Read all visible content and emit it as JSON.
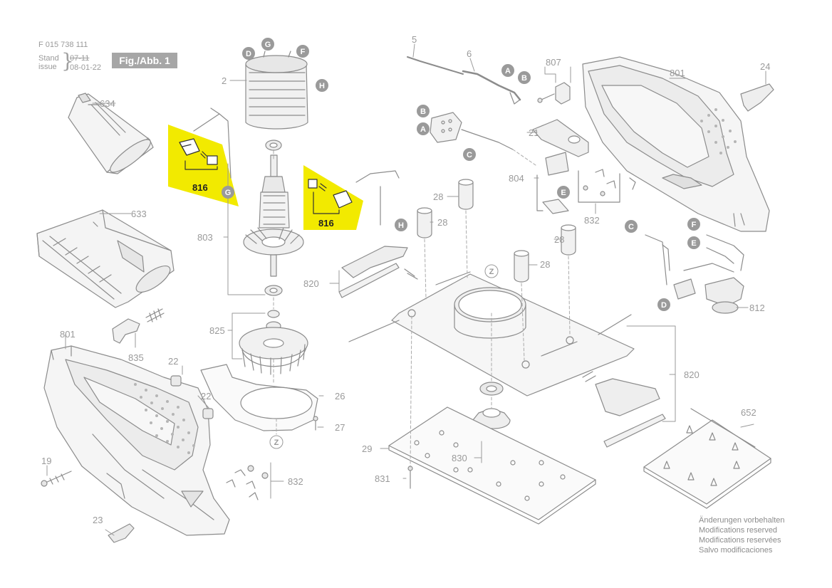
{
  "header": {
    "doc_number": "F 015 738 111",
    "stand_label": "Stand",
    "issue_label": "issue",
    "stand_struck": "07-11",
    "issue_date": "08-01-22",
    "figure_label": "Fig./Abb. 1"
  },
  "footer": {
    "lines": [
      "Änderungen vorbehalten",
      "Modifications reserved",
      "Modifications reservées",
      "Salvo modificaciones"
    ]
  },
  "highlight_color": "#f2ea00",
  "part_numbers": {
    "p634": "634",
    "p633": "633",
    "p835": "835",
    "p801a": "801",
    "p816a": "816",
    "p816b": "816",
    "p2": "2",
    "p803": "803",
    "p825": "825",
    "p22a": "22",
    "p22b": "22",
    "p26": "26",
    "p27": "27",
    "p19": "19",
    "p23": "23",
    "p832a": "832",
    "p5": "5",
    "p6": "6",
    "p807": "807",
    "p801b": "801",
    "p24": "24",
    "p21": "21",
    "p804": "804",
    "p832b": "832",
    "p28a": "28",
    "p28b": "28",
    "p28c": "28",
    "p28d": "28",
    "p820a": "820",
    "p820b": "820",
    "p812": "812",
    "p652": "652",
    "p29": "29",
    "p830": "830",
    "p831": "831"
  },
  "callout_letters": {
    "D": "D",
    "G": "G",
    "F": "F",
    "H": "H",
    "A": "A",
    "B": "B",
    "C": "C",
    "E": "E",
    "Z": "Z"
  }
}
